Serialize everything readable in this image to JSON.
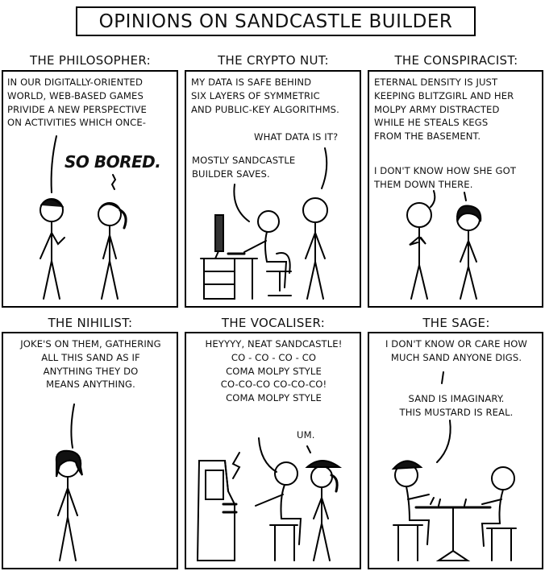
{
  "comic_title": "OPINIONS ON SANDCASTLE BUILDER",
  "panels": [
    {
      "title": "THE PHILOSOPHER:",
      "text": "IN OUR DIGITALLY-ORIENTED\nWORLD, WEB-BASED GAMES\nPRIVIDE A NEW PERSPECTIVE\nON ACTIVITIES WHICH ONCE-",
      "reply": "SO BORED."
    },
    {
      "title": "THE CRYPTO NUT:",
      "text": "MY DATA IS SAFE BEHIND\nSIX LAYERS OF SYMMETRIC\nAND PUBLIC-KEY ALGORITHMS.",
      "question": "WHAT DATA IS IT?",
      "answer": "MOSTLY SANDCASTLE\nBUILDER SAVES."
    },
    {
      "title": "THE CONSPIRACIST:",
      "text": "ETERNAL DENSITY IS JUST\nKEEPING BLITZGIRL AND HER\nMOLPY ARMY DISTRACTED\nWHILE HE STEALS KEGS\nFROM THE BASEMENT.",
      "text2": "I DON'T KNOW HOW SHE GOT\nTHEM DOWN THERE."
    },
    {
      "title": "THE NIHILIST:",
      "text": "JOKE'S ON THEM, GATHERING\nALL THIS SAND AS IF\nANYTHING THEY DO\nMEANS ANYTHING."
    },
    {
      "title": "THE VOCALISER:",
      "text": "HEYYYY, NEAT SANDCASTLE!\nCO - CO - CO - CO\nCOMA MOLPY STYLE\nCO-CO-CO CO-CO-CO!\nCOMA MOLPY STYLE",
      "reply": "UM."
    },
    {
      "title": "THE SAGE:",
      "text": "I DON'T KNOW OR CARE HOW\nMUCH SAND ANYONE DIGS.",
      "text2": "SAND IS IMAGINARY.\nTHIS MUSTARD IS REAL."
    }
  ]
}
